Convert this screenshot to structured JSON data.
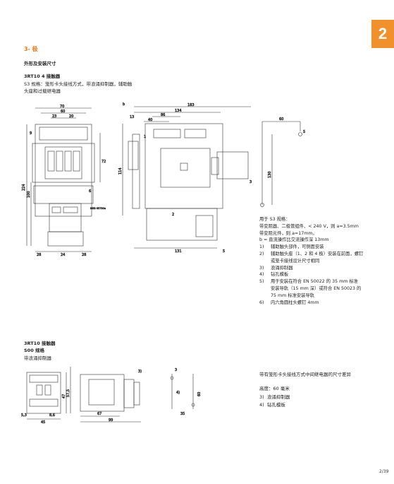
{
  "tab_number": "2",
  "section_title": "3- 极",
  "subtitle": "外形及安装尺寸",
  "block1": {
    "model": "3RT10 4 接触器",
    "desc_line1": "S3 规格：笼形卡头接线方式，带浪涌抑制器，辅助触",
    "desc_line2": "头座和过载继电器"
  },
  "dims": {
    "front": {
      "w70": "70",
      "w60": "60",
      "w23": "23",
      "w20": "20",
      "h224": "224",
      "h100": "100",
      "h72": "72",
      "d28": "28",
      "d24": "24",
      "d28b": "28",
      "n9": "9",
      "n6": "6",
      "caption": "MSB 65730a"
    },
    "side": {
      "t183": "183",
      "t134": "134",
      "t86": "86",
      "t40": "40",
      "t13": "13",
      "t114": "114",
      "t131": "131",
      "t5": "5",
      "lb": "b",
      "l1": "1",
      "l2": "2",
      "l3": "3"
    },
    "right": {
      "w60": "60",
      "h130": "130",
      "l5": "5"
    },
    "small": {
      "h47": "47",
      "h575": "57,5",
      "w53": "5,3",
      "w86": "8,6",
      "w45": "45",
      "w67": "67",
      "w99": "99",
      "w35": "35",
      "h60": "60",
      "l3": "3)",
      "l4": "4)",
      "l3b": "3"
    }
  },
  "notes": {
    "intro": "用于 S3 规格：",
    "line_a": "带变阻器、二极管组件、< 240 V，则 a=3.5mm",
    "line_b": "带变阻元件，则 a=17mm。",
    "line_c": "b = 直流操作比交流操作深 13mm",
    "items": [
      {
        "n": "1)",
        "lines": [
          "辅助触头部件，可侧面安装"
        ]
      },
      {
        "n": "2)",
        "lines": [
          "辅助触头座（1、2 和 4 极）安装在前面，螺钉",
          "或笼卡接线设计尺寸相同"
        ]
      },
      {
        "n": "3)",
        "lines": [
          "浪涌抑制器"
        ]
      },
      {
        "n": "4)",
        "lines": [
          "钻孔模板"
        ]
      },
      {
        "n": "5)",
        "lines": [
          "用于安装在符合 EN 50022 的 35 mm 标准",
          "安装导轨（15 mm 深）或符合 EN 50023 的",
          "75 mm 标准安装导轨"
        ]
      },
      {
        "n": "6)",
        "lines": [
          "内六角圆柱头螺钉 4mm"
        ]
      }
    ]
  },
  "block2": {
    "model": "3RT10 接触器",
    "size": "S00 规格",
    "desc": "带浪涌抑制器"
  },
  "block2_notes": {
    "title": "带有笼形卡头接线方式中间继电器的尺寸差异",
    "height": "高度：60 毫米",
    "n3": "3)",
    "n3_text": "浪涌抑制器",
    "n4": "4)",
    "n4_text": "钻孔模板"
  },
  "page_number": "2/39"
}
